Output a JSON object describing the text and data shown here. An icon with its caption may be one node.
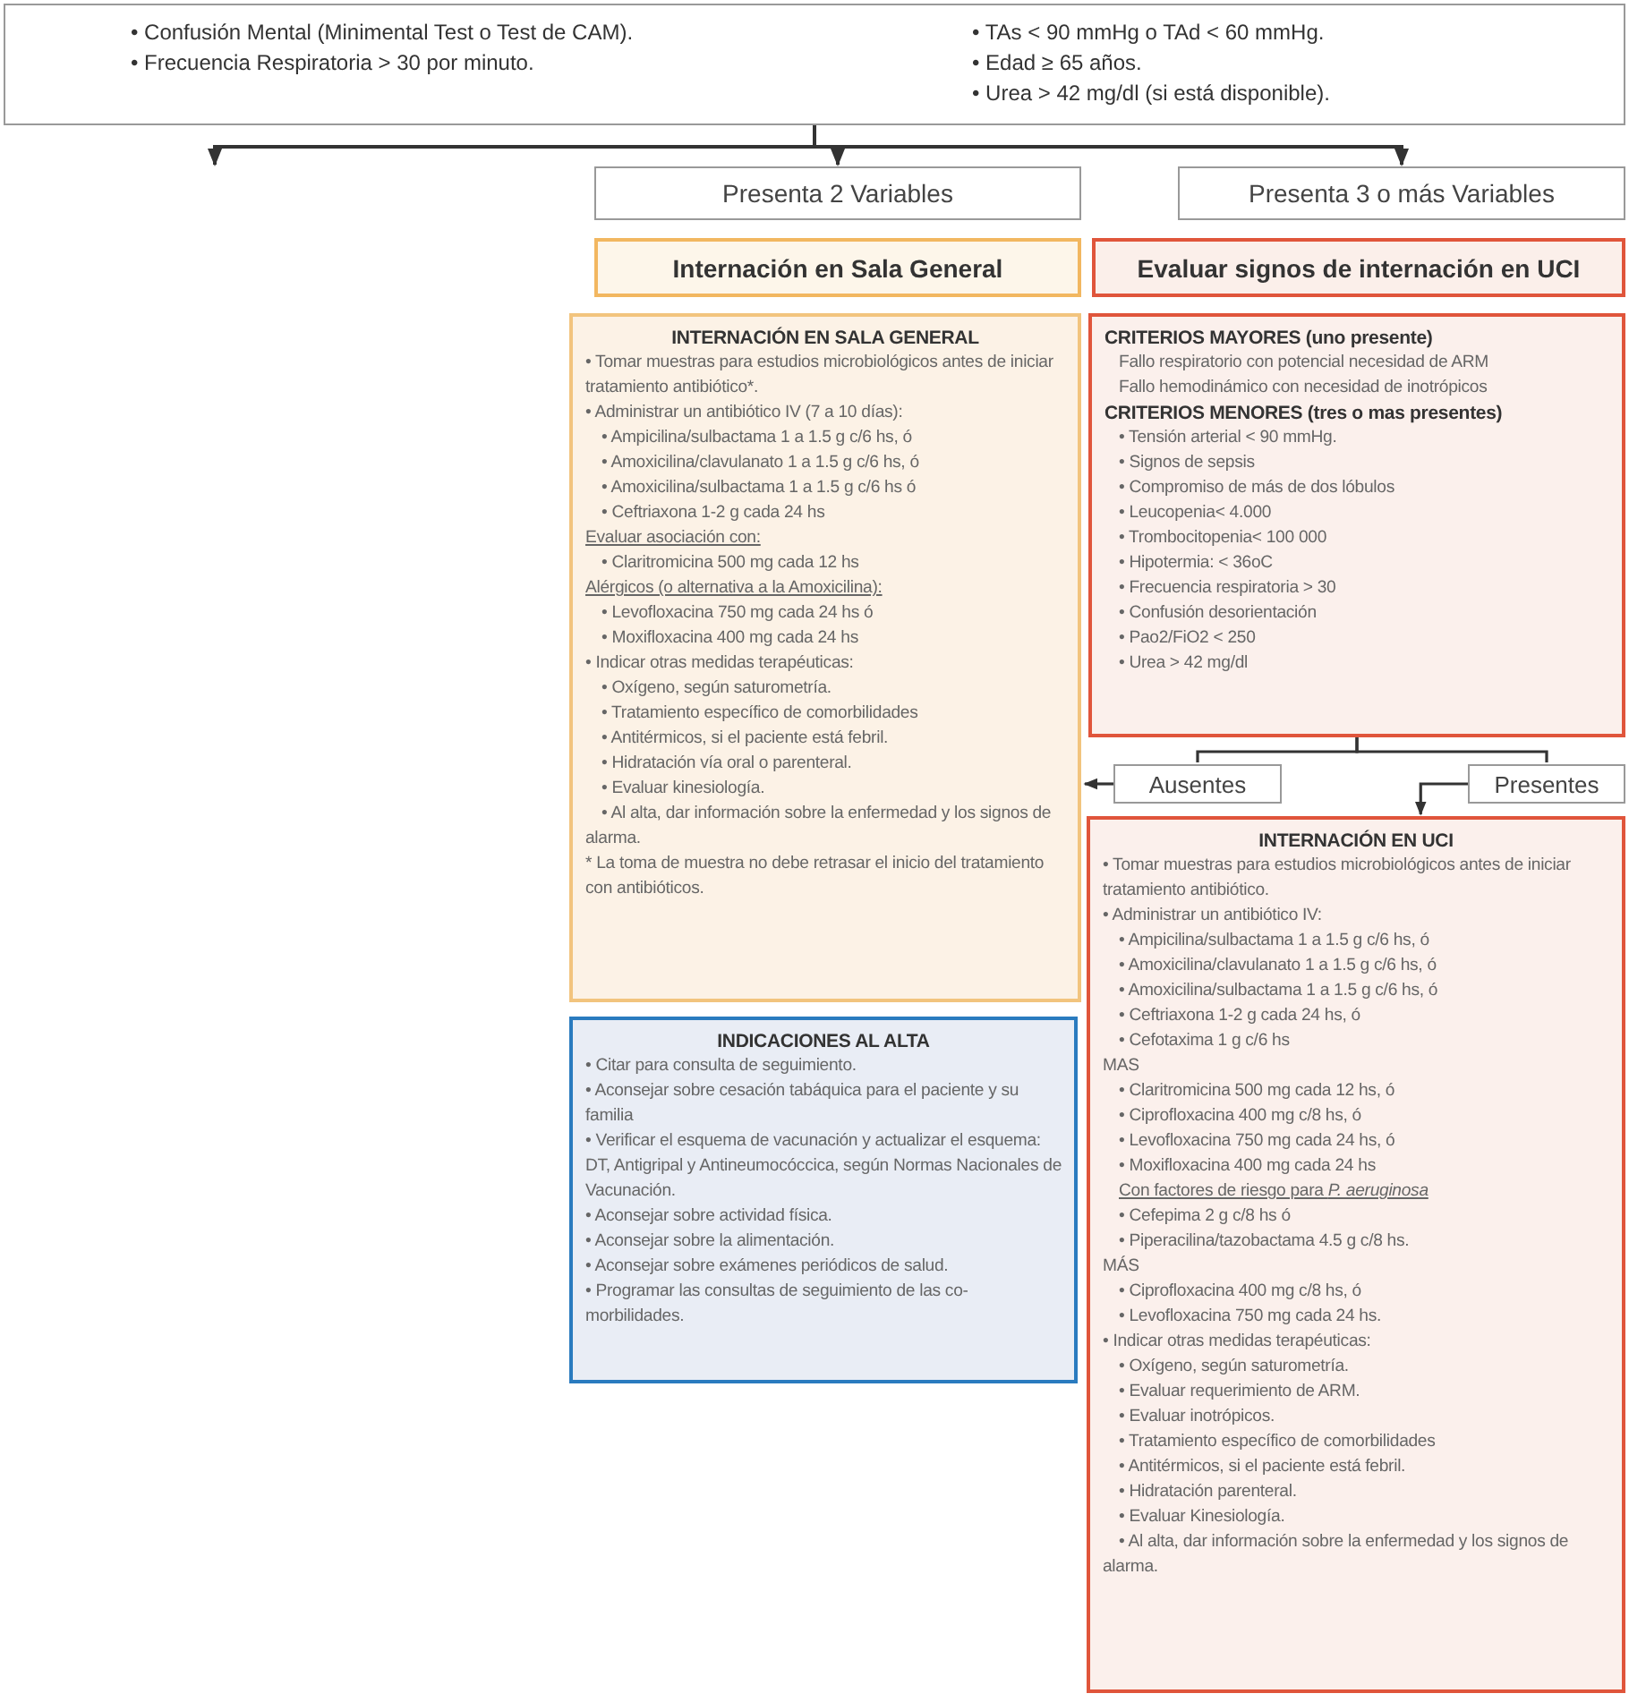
{
  "diagram": {
    "nodes": [
      {
        "text": [
          "• Confusión Mental (Minimental Test o Test de CAM).",
          "• Frecuencia Respiratoria > 30 por minuto.",
          "• TAs < 90 mmHg o TAd < 60 mmHg.",
          "• Edad ≥ 65 años.",
          "• Urea > 42 mg/dl (si está disponible)."
        ]
      },
      {
        "text": [
          "Presenta 2 Variables"
        ]
      },
      {
        "text": [
          "Presenta 3 o más Variables"
        ]
      },
      {
        "text": [
          "Internación en Sala General"
        ]
      },
      {
        "text": [
          "Evaluar signos de internación en UCI"
        ]
      },
      {
        "text": [
          "INTERNACIÓN EN SALA GENERAL",
          "• Tomar muestras para estudios microbiológicos antes de iniciar tratamiento antibiótico*.",
          "• Administrar un antibiótico IV (7 a 10 días):",
          "• Ampicilina/sulbactama 1 a 1.5 g c/6 hs, ó",
          "• Amoxicilina/clavulanato 1 a 1.5 g c/6 hs, ó",
          "• Amoxicilina/sulbactama 1 a 1.5 g c/6 hs ó",
          "• Ceftriaxona 1-2 g cada 24 hs",
          "Evaluar asociación con:",
          "• Claritromicina 500 mg cada 12 hs",
          "Alérgicos (o alternativa a la Amoxicilina):",
          "• Levofloxacina 750 mg cada 24 hs ó",
          "• Moxifloxacina 400 mg cada 24 hs",
          "• Indicar otras medidas terapéuticas:",
          "• Oxígeno, según saturometría.",
          "• Tratamiento específico de comorbilidades",
          "• Antitérmicos, si el paciente está febril.",
          "• Hidratación vía oral o parenteral.",
          "• Evaluar kinesiología.",
          "• Al alta, dar información sobre la enfermedad y los signos de alarma.",
          "* La toma de muestra no debe retrasar el inicio del tratamiento con antibióticos."
        ]
      },
      {
        "text": [
          "INDICACIONES AL ALTA",
          "• Citar para consulta de seguimiento.",
          "• Aconsejar sobre cesación tabáquica para el paciente y su familia",
          "• Verificar el esquema de vacunación y actualizar el esquema: DT, Antigripal y Antineumocóccica, según Normas Nacionales de Vacunación.",
          "• Aconsejar sobre actividad física.",
          "• Aconsejar sobre la alimentación.",
          "• Aconsejar sobre exámenes periódicos de salud.",
          "• Programar las consultas de seguimiento de las co-morbilidades."
        ]
      },
      {
        "text": [
          "CRITERIOS MAYORES (uno presente)",
          "Fallo respiratorio con potencial necesidad de ARM",
          "Fallo hemodinámico con necesidad de inotrópicos",
          "CRITERIOS MENORES (tres o mas presentes)",
          "• Tensión arterial < 90 mmHg.",
          "• Signos de sepsis",
          "• Compromiso de más de dos lóbulos",
          "• Leucopenia< 4.000",
          "• Trombocitopenia< 100 000",
          "• Hipotermia: < 36oC",
          "• Frecuencia respiratoria > 30",
          "• Confusión desorientación",
          "• Pao2/FiO2 < 250",
          "• Urea > 42 mg/dl"
        ]
      },
      {
        "text": [
          "Ausentes"
        ]
      },
      {
        "text": [
          "Presentes"
        ]
      },
      {
        "text": [
          "INTERNACIÓN EN UCI",
          "• Tomar muestras para estudios microbiológicos antes de iniciar tratamiento antibiótico.",
          "• Administrar un antibiótico IV:",
          "• Ampicilina/sulbactama 1 a 1.5 g c/6 hs, ó",
          "• Amoxicilina/clavulanato 1 a 1.5 g c/6 hs, ó",
          "• Amoxicilina/sulbactama 1 a 1.5 g c/6 hs, ó",
          "• Ceftriaxona 1-2 g cada 24 hs, ó",
          "• Cefotaxima 1 g c/6 hs",
          "MAS",
          "• Claritromicina 500 mg cada 12 hs, ó",
          "• Ciprofloxacina 400 mg c/8 hs, ó",
          "• Levofloxacina 750 mg cada 24 hs, ó",
          "• Moxifloxacina 400 mg cada 24 hs",
          "Con factores de riesgo para *P. aeruginosa*",
          "• Cefepima 2 g c/8 hs ó",
          "• Piperacilina/tazobactama 4.5 g c/8 hs.",
          "MÁS",
          "• Ciprofloxacina 400 mg c/8 hs, ó",
          "• Levofloxacina 750 mg cada 24 hs.",
          "• Indicar otras medidas terapéuticas:",
          "• Oxígeno, según saturometría.",
          "• Evaluar requerimiento de ARM.",
          "• Evaluar inotrópicos.",
          "• Tratamiento específico de comorbilidades",
          "• Antitérmicos, si el paciente está febril.",
          "• Hidratación parenteral.",
          "• Evaluar Kinesiología.",
          "• Al alta, dar información sobre la enfermedad y los signos de alarma."
        ]
      }
    ],
    "edges": [
      {
        "from": 0,
        "to": null,
        "arrow": "to"
      },
      {
        "from": 0,
        "to": 1,
        "arrow": "to"
      },
      {
        "from": 0,
        "to": 2,
        "arrow": "to"
      },
      {
        "from": 7,
        "to": 8,
        "arrow": "none"
      },
      {
        "from": 7,
        "to": 9,
        "arrow": "none"
      },
      {
        "from": 8,
        "to": 5,
        "arrow": "to"
      },
      {
        "from": 9,
        "to": 10,
        "arrow": "to"
      }
    ]
  }
}
